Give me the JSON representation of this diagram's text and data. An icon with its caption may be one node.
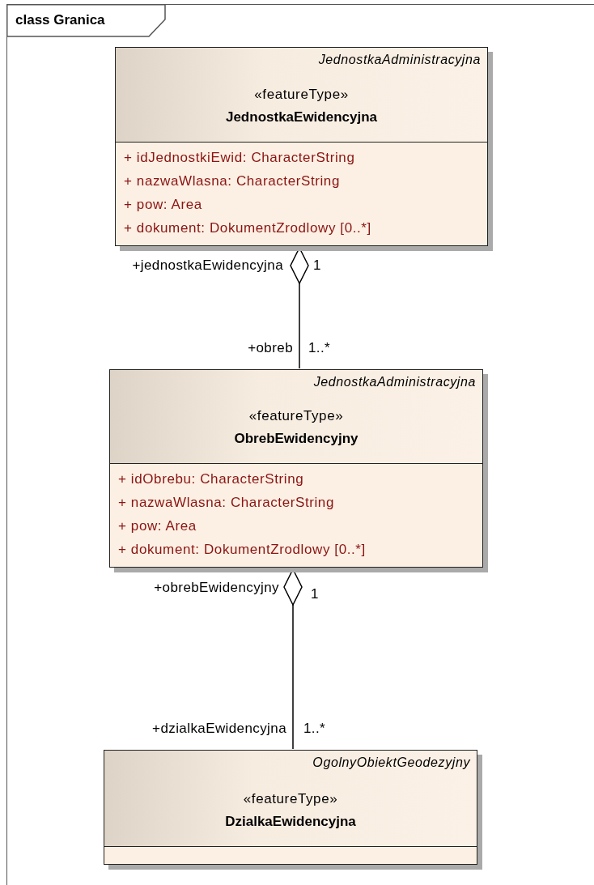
{
  "diagram": {
    "nodes": [
      {
        "text": [
          "class Granica"
        ]
      },
      {
        "text": [
          "JednostkaAdministracyjna",
          "«featureType»",
          "JednostkaEwidencyjna",
          "+ idJednostkiEwid: CharacterString",
          "+ nazwaWlasna: CharacterString",
          "+ pow: Area",
          "+ dokument: DokumentZrodlowy [0..*]"
        ],
        "in": 0
      },
      {
        "text": [
          "JednostkaAdministracyjna",
          "«featureType»",
          "ObrebEwidencyjny",
          "+ idObrebu: CharacterString",
          "+ nazwaWlasna: CharacterString",
          "+ pow: Area",
          "+ dokument: DokumentZrodlowy [0..*]"
        ],
        "in": 0
      },
      {
        "text": [
          "OgolnyObiektGeodezyjny",
          "«featureType»",
          "DzialkaEwidencyjna"
        ],
        "in": 0
      }
    ],
    "edges": [
      {
        "from": 2,
        "to": 1,
        "arrow": "other"
      },
      {
        "from": 3,
        "to": 2,
        "arrow": "other"
      }
    ],
    "labels": [
      "+jednostkaEwidencyjna",
      "1",
      "+obreb",
      "1..*",
      "+obrebEwidencyjny",
      "1",
      "+dzialkaEwidencyjna",
      "1..*"
    ]
  }
}
